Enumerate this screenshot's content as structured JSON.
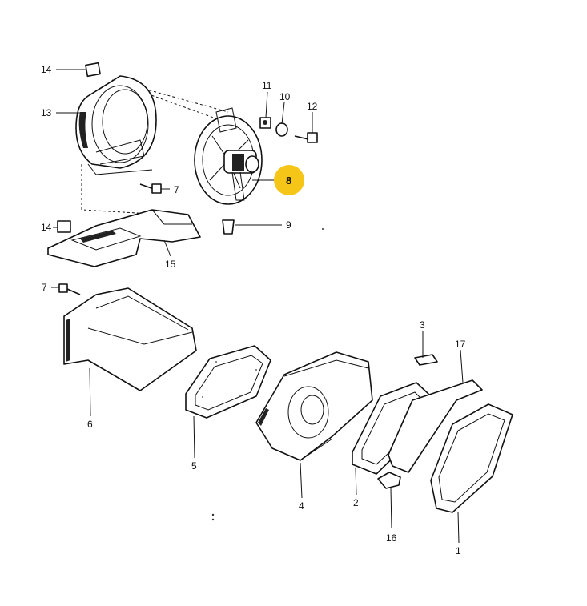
{
  "labels": {
    "l1": "1",
    "l2": "2",
    "l3": "3",
    "l4": "4",
    "l5": "5",
    "l6": "6",
    "l7a": "7",
    "l7b": "7",
    "l8": "8",
    "l9": "9",
    "l10": "10",
    "l11": "11",
    "l12": "12",
    "l13": "13",
    "l14a": "14",
    "l14b": "14",
    "l15": "15",
    "l16": "16",
    "l17": "17"
  },
  "highlight": {
    "part": "8",
    "color": "#F5C518"
  }
}
